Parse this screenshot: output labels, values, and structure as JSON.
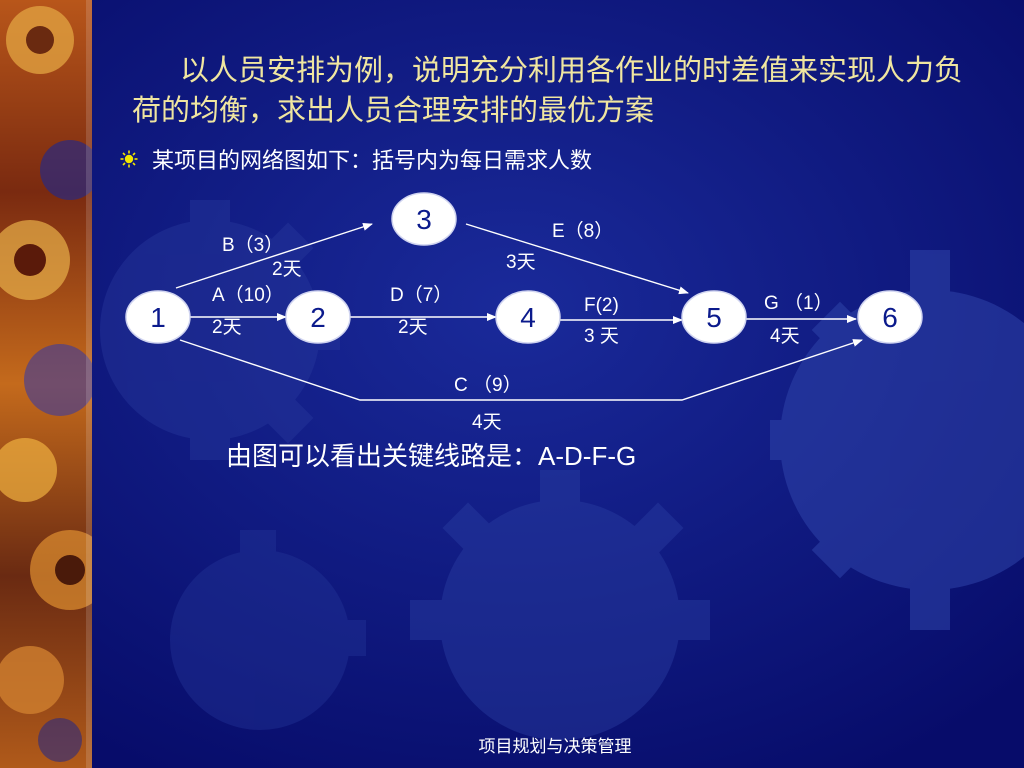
{
  "slide": {
    "title": "以人员安排为例，说明充分利用各作业的时差值来实现人力负荷的均衡，求出人员合理安排的最优方案",
    "bullet": "某项目的网络图如下：括号内为每日需求人数",
    "conclusion_prefix": "由图可以看出关键线路是：",
    "conclusion_path": "A-D-F-G",
    "footer": "项目规划与决策管理"
  },
  "colors": {
    "background": "#0a1080",
    "title_text": "#f0e6a0",
    "gear": "#3a4fb8",
    "node_fill": "#ffffff",
    "node_text": "#0b1a8c",
    "bullet": "#f2e600"
  },
  "network": {
    "nodes": [
      {
        "id": "1",
        "label": "1"
      },
      {
        "id": "2",
        "label": "2"
      },
      {
        "id": "3",
        "label": "3"
      },
      {
        "id": "4",
        "label": "4"
      },
      {
        "id": "5",
        "label": "5"
      },
      {
        "id": "6",
        "label": "6"
      }
    ],
    "edges": [
      {
        "from": "1",
        "to": "3",
        "activity": "B（3）",
        "duration": "2天"
      },
      {
        "from": "1",
        "to": "2",
        "activity": "A（10）",
        "duration": "2天"
      },
      {
        "from": "2",
        "to": "4",
        "activity": "D（7）",
        "duration": "2天"
      },
      {
        "from": "3",
        "to": "5",
        "activity": "E（8）",
        "duration": "3天"
      },
      {
        "from": "4",
        "to": "5",
        "activity": "F(2)",
        "duration": "3 天"
      },
      {
        "from": "5",
        "to": "6",
        "activity": "G （1）",
        "duration": "4天"
      },
      {
        "from": "1",
        "to": "6",
        "activity": "C （9）",
        "duration": "4天"
      }
    ]
  }
}
